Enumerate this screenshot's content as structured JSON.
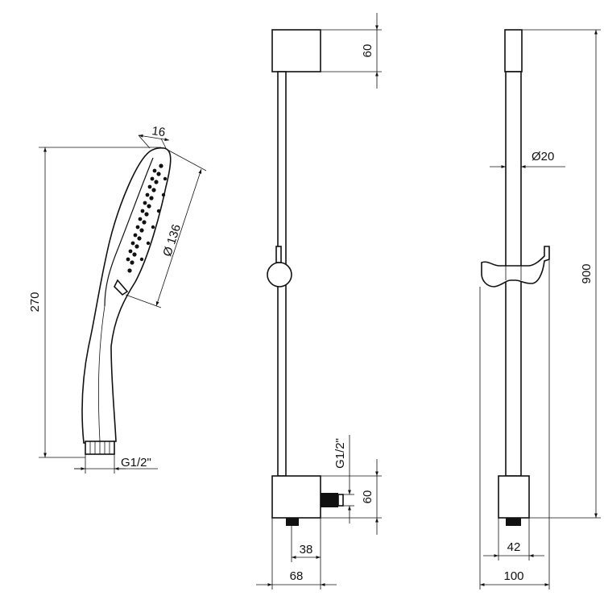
{
  "drawing": {
    "hand_shower": {
      "height_label": "270",
      "head_thickness_label": "16",
      "head_diameter_label": "Ø 136",
      "thread_label": "G1/2\""
    },
    "rail_side_view": {
      "top_bracket_height_label": "60",
      "outlet_thread_label": "G1/2\"",
      "bottom_bracket_height_label": "60",
      "outlet_offset_label": "38",
      "bracket_depth_label": "68"
    },
    "rail_front_view": {
      "rail_diameter_label": "Ø20",
      "rail_length_label": "900",
      "bracket_width_label": "42",
      "holder_width_label": "100"
    }
  }
}
